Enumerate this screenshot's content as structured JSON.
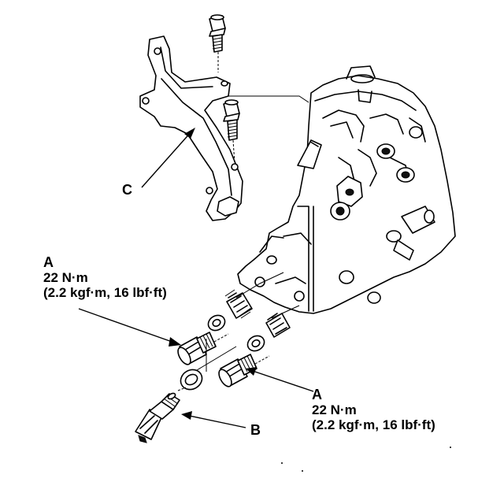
{
  "labels": {
    "a_left": {
      "letter": "A",
      "torque_nm": "22 N·m",
      "torque_alt": "(2.2 kgf·m, 16 lbf·ft)"
    },
    "a_right": {
      "letter": "A",
      "torque_nm": "22 N·m",
      "torque_alt": "(2.2 kgf·m, 16 lbf·ft)"
    },
    "b": {
      "letter": "B"
    },
    "c": {
      "letter": "C"
    }
  },
  "colors": {
    "ink": "#000000",
    "paper": "#ffffff"
  }
}
